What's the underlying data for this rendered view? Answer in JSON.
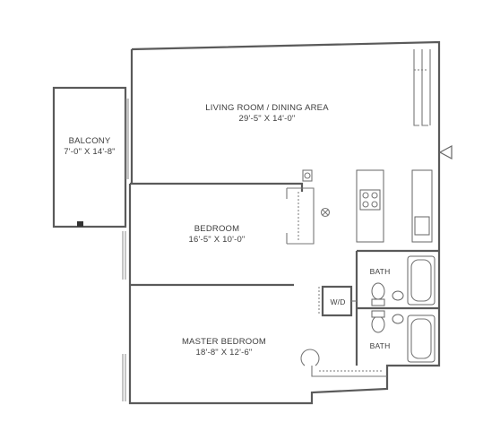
{
  "rooms": {
    "living": {
      "name": "LIVING ROOM / DINING AREA",
      "size": "29'-5\" X 14'-0\""
    },
    "balcony": {
      "name": "BALCONY",
      "size": "7'-0\" X 14'-8\""
    },
    "bedroom": {
      "name": "BEDROOM",
      "size": "16'-5\" X 10'-0\""
    },
    "master": {
      "name": "MASTER BEDROOM",
      "size": "18'-8\" X 12'-6\""
    },
    "bath_upper": {
      "name": "BATH"
    },
    "bath_lower": {
      "name": "BATH"
    },
    "laundry": {
      "name": "W/D"
    }
  }
}
